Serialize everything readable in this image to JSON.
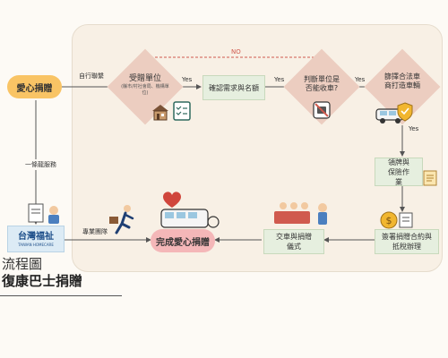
{
  "colors": {
    "panel": "#f8f0e5",
    "start_node": "#f9c465",
    "end_node": "#f4b7b8",
    "decision": "#eccdc0",
    "process": "#e6efdf",
    "arrow": "#555555",
    "no_arrow": "#d05a4e"
  },
  "nodes": {
    "start": "愛心捐贈",
    "receiver_decision": "受贈單位",
    "receiver_sub": "(縣市/村社會局、機構單位)",
    "confirm": "確認需求與名額",
    "judge_decision": "判斷單位是否能收車?",
    "select_decision": "篩擇合法車商打造車輛",
    "license": "領牌與保險作業",
    "contract": "簽署捐贈合約與抵稅辦理",
    "handover": "交車與捐贈儀式",
    "finish": "完成愛心捐贈",
    "org_brand": "台灣福祉",
    "org_brand_en": "TAIWAN HOMECARE"
  },
  "edges": {
    "self_contact": "自行聯繫",
    "yes1": "Yes",
    "yes2": "Yes",
    "yes3": "Yes",
    "yes4": "Yes",
    "no": "NO",
    "one_stop": "一條龍服務",
    "pro_team": "專業團隊"
  },
  "title": {
    "line1": "流程圖",
    "line2": "復康巴士捐贈"
  },
  "icons": {
    "building": "building-icon",
    "checklist": "checklist-icon",
    "no_bus": "no-bus-icon",
    "car_shield": "car-shield-icon",
    "scroll": "scroll-icon",
    "money": "money-contract-icon",
    "ceremony": "ceremony-people-icon",
    "runner": "runner-icon",
    "heart_bus": "heart-bus-icon",
    "org_staff": "staff-certificate-icon"
  }
}
